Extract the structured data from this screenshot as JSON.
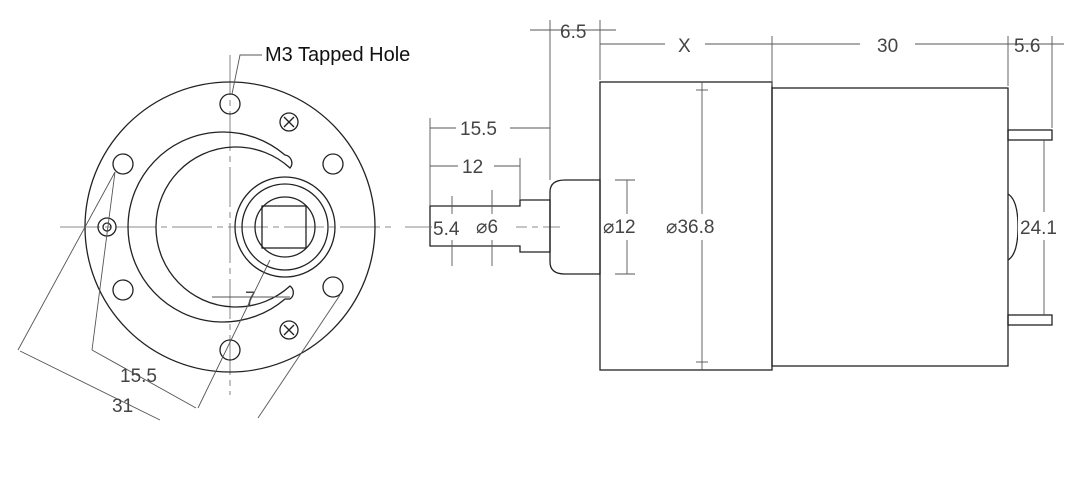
{
  "front_view": {
    "callout_label": "M3 Tapped Hole",
    "dim_keyway": "7",
    "dim_inner_pcd": "15.5",
    "dim_outer_pcd": "31"
  },
  "side_view": {
    "dim_boss_len": "6.5",
    "dim_gearbox_len": "X",
    "dim_motor_len": "30",
    "dim_terminal_len": "5.6",
    "dim_shaft_total": "15.5",
    "dim_shaft_flat_len": "12",
    "dim_flat": "5.4",
    "dim_shaft_dia": "⌀6",
    "dim_boss_dia": "⌀12",
    "dim_body_dia": "⌀36.8",
    "dim_terminal_span": "24.1"
  },
  "colors": {
    "line": "#222222",
    "dim_text": "#444444",
    "background": "#ffffff"
  }
}
